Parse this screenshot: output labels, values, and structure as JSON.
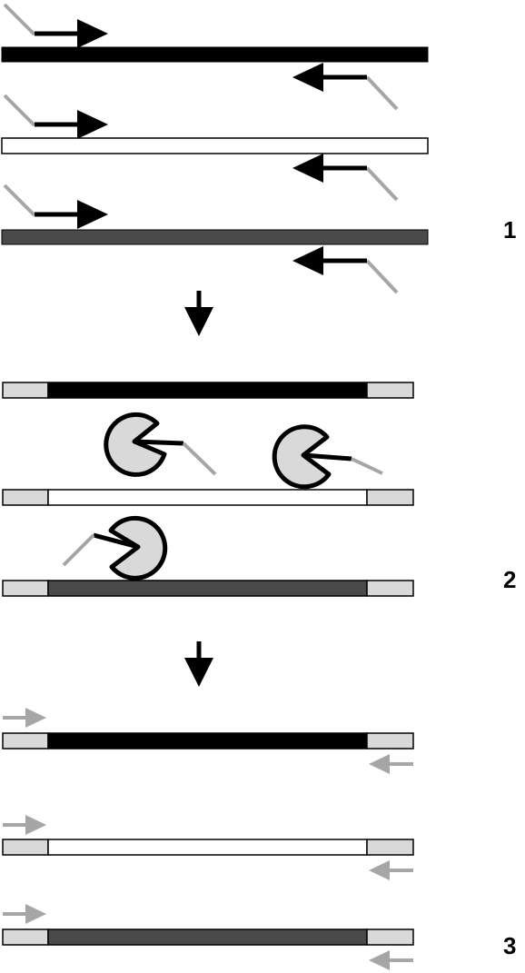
{
  "steps": [
    {
      "number": "1"
    },
    {
      "number": "2"
    },
    {
      "number": "3"
    }
  ],
  "colors": {
    "strand_black": "#000000",
    "strand_white": "#ffffff",
    "strand_dark_gray": "#4a4a4a",
    "adapter_light_gray": "#d9d9d9",
    "tail_gray": "#a6a6a6",
    "enzyme_fill": "#d9d9d9",
    "arrow_black": "#000000",
    "primer_gray": "#a6a6a6"
  },
  "icons": {
    "step_down_arrow": "down-arrow-icon",
    "enzyme": "pacman-enzyme-icon",
    "primer": "primer-arrow-icon"
  }
}
